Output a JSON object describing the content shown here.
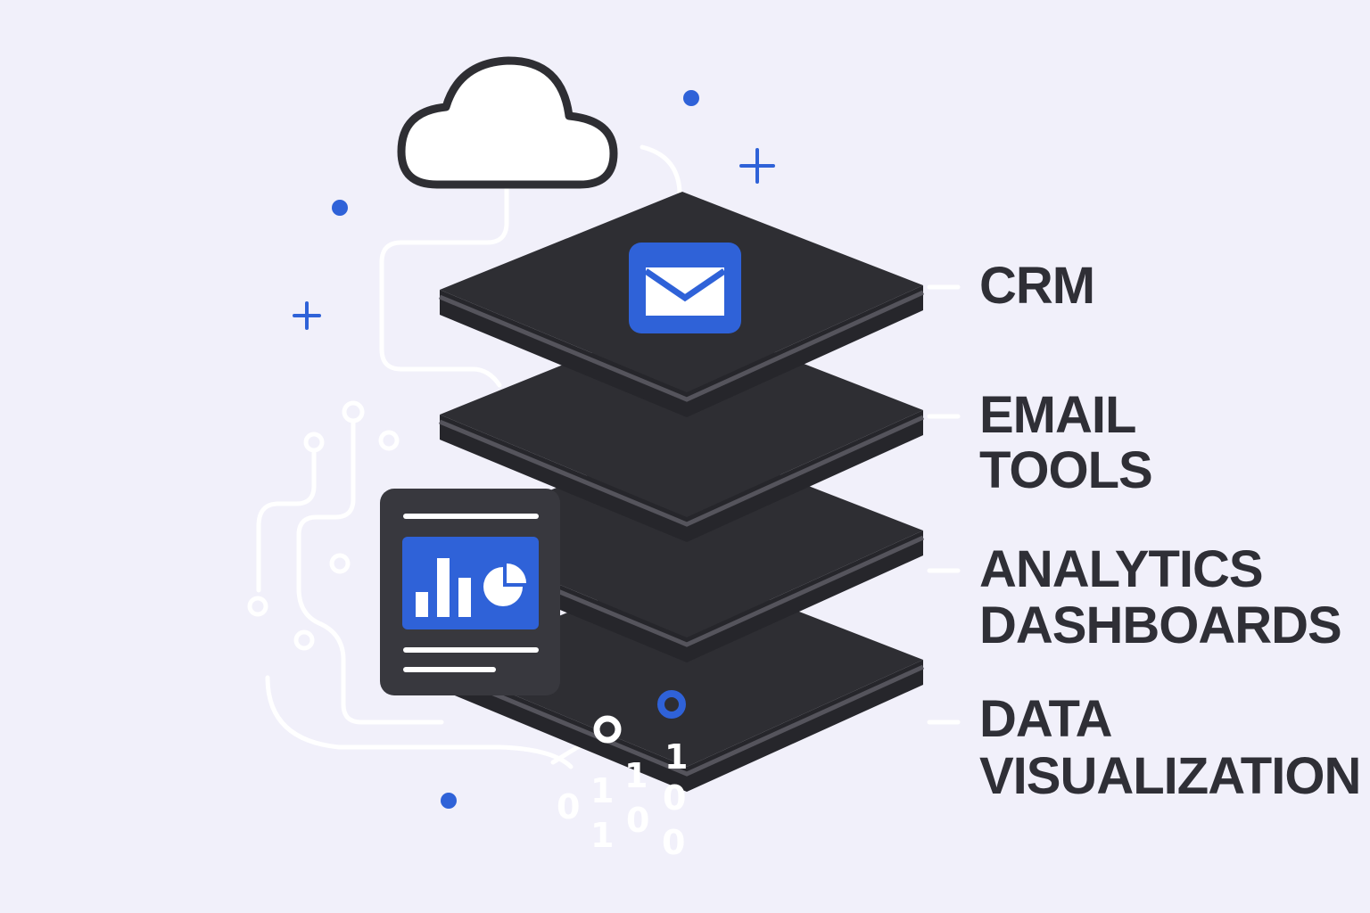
{
  "layers": [
    {
      "name": "crm",
      "lines": [
        "CRM"
      ],
      "icon": "envelope-icon"
    },
    {
      "name": "email-tools",
      "lines": [
        "EMAIL",
        "TOOLS"
      ]
    },
    {
      "name": "analytics-dashboards",
      "lines": [
        "ANALYTICS",
        "DASHBOARDS"
      ],
      "icon": "chart-icon"
    },
    {
      "name": "data-visualization",
      "lines": [
        "DATA",
        "VISUALIZATION"
      ]
    }
  ],
  "binary_digits": [
    "1",
    "1",
    "0",
    "1",
    "0",
    "1",
    "0",
    "0"
  ],
  "colors": {
    "background": "#f1f0fa",
    "layer": "#2e2e33",
    "edge": "#55545c",
    "accent": "#2f62d8",
    "text": "#2f2f36"
  }
}
